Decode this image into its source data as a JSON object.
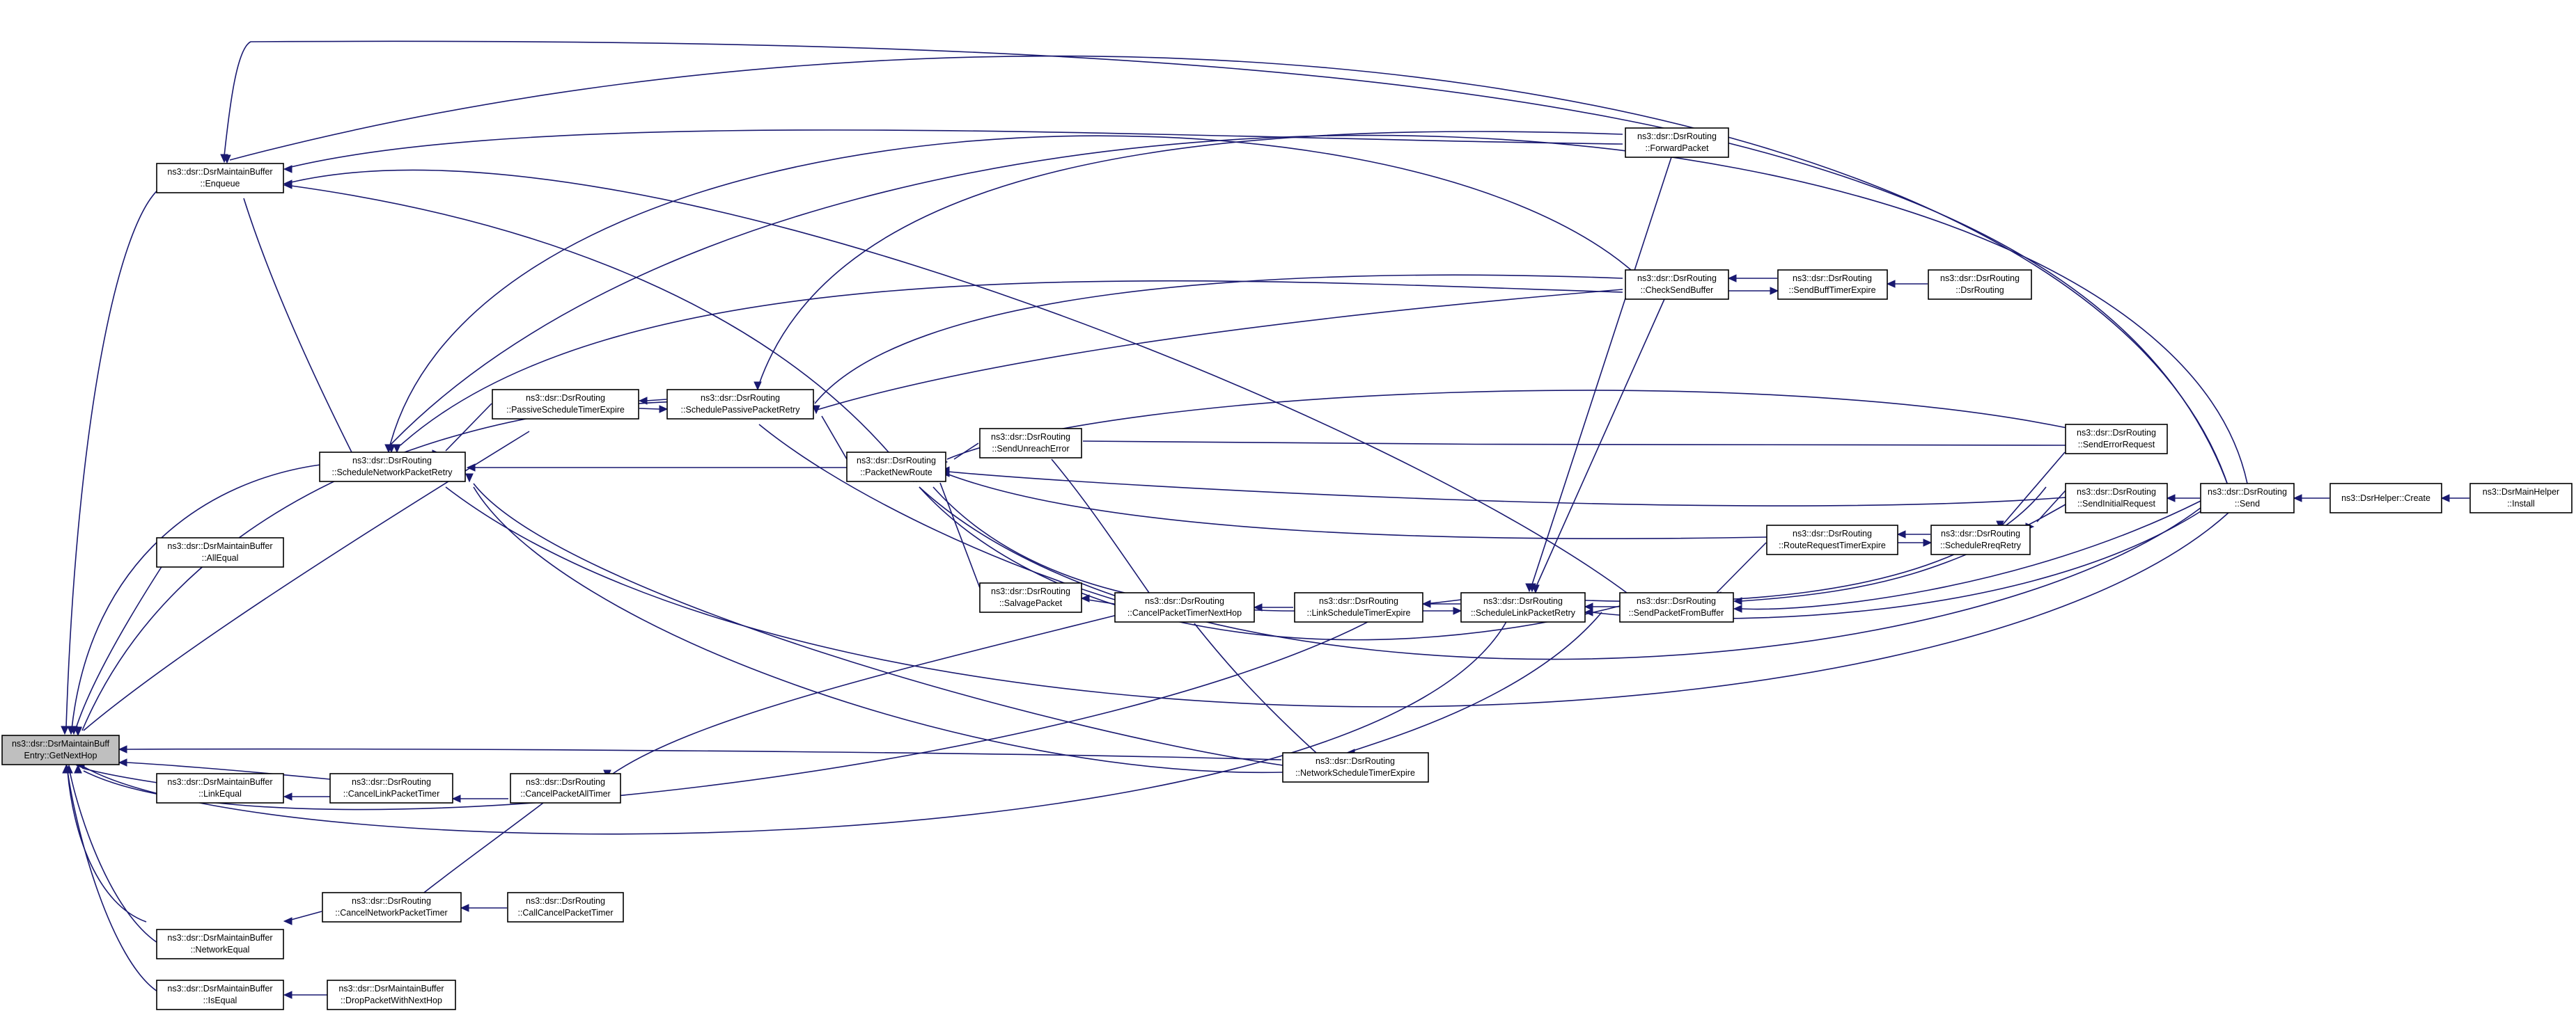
{
  "nodes": [
    {
      "id": "getnexthop",
      "line1": "ns3::dsr::DsrMaintainBuff",
      "line2": "Entry::GetNextHop",
      "focus": true
    },
    {
      "id": "enqueue",
      "line1": "ns3::dsr::DsrMaintainBuffer",
      "line2": "::Enqueue"
    },
    {
      "id": "schednetretry",
      "line1": "ns3::dsr::DsrRouting",
      "line2": "::ScheduleNetworkPacketRetry"
    },
    {
      "id": "allequal",
      "line1": "ns3::dsr::DsrMaintainBuffer",
      "line2": "::AllEqual"
    },
    {
      "id": "linkequal",
      "line1": "ns3::dsr::DsrMaintainBuffer",
      "line2": "::LinkEqual"
    },
    {
      "id": "networkequal",
      "line1": "ns3::dsr::DsrMaintainBuffer",
      "line2": "::NetworkEqual"
    },
    {
      "id": "isequal",
      "line1": "ns3::dsr::DsrMaintainBuffer",
      "line2": "::IsEqual"
    },
    {
      "id": "canceltlinktimer",
      "line1": "ns3::dsr::DsrRouting",
      "line2": "::CancelLinkPacketTimer"
    },
    {
      "id": "cancelnettimer",
      "line1": "ns3::dsr::DsrRouting",
      "line2": "::CancelNetworkPacketTimer"
    },
    {
      "id": "droppacket",
      "line1": "ns3::dsr::DsrMaintainBuffer",
      "line2": "::DropPacketWithNextHop"
    },
    {
      "id": "passiveexpire",
      "line1": "ns3::dsr::DsrRouting",
      "line2": "::PassiveScheduleTimerExpire"
    },
    {
      "id": "cancelall",
      "line1": "ns3::dsr::DsrRouting",
      "line2": "::CancelPacketAllTimer"
    },
    {
      "id": "callcancel",
      "line1": "ns3::dsr::DsrRouting",
      "line2": "::CallCancelPacketTimer"
    },
    {
      "id": "schedpassive",
      "line1": "ns3::dsr::DsrRouting",
      "line2": "::SchedulePassivePacketRetry"
    },
    {
      "id": "packetnewroute",
      "line1": "ns3::dsr::DsrRouting",
      "line2": "::PacketNewRoute"
    },
    {
      "id": "sendunreach",
      "line1": "ns3::dsr::DsrRouting",
      "line2": "::SendUnreachError"
    },
    {
      "id": "salvage",
      "line1": "ns3::dsr::DsrRouting",
      "line2": "::SalvagePacket"
    },
    {
      "id": "cancelnexthop",
      "line1": "ns3::dsr::DsrRouting",
      "line2": "::CancelPacketTimerNextHop"
    },
    {
      "id": "linksched",
      "line1": "ns3::dsr::DsrRouting",
      "line2": "::LinkScheduleTimerExpire"
    },
    {
      "id": "netsched",
      "line1": "ns3::dsr::DsrRouting",
      "line2": "::NetworkScheduleTimerExpire"
    },
    {
      "id": "schedlink",
      "line1": "ns3::dsr::DsrRouting",
      "line2": "::ScheduleLinkPacketRetry"
    },
    {
      "id": "forward",
      "line1": "ns3::dsr::DsrRouting",
      "line2": "::ForwardPacket"
    },
    {
      "id": "checksend",
      "line1": "ns3::dsr::DsrRouting",
      "line2": "::CheckSendBuffer"
    },
    {
      "id": "sendfrombuf",
      "line1": "ns3::dsr::DsrRouting",
      "line2": "::SendPacketFromBuffer"
    },
    {
      "id": "routereq",
      "line1": "ns3::dsr::DsrRouting",
      "line2": "::RouteRequestTimerExpire"
    },
    {
      "id": "sendbuff",
      "line1": "ns3::dsr::DsrRouting",
      "line2": "::SendBuffTimerExpire"
    },
    {
      "id": "dsrrouting",
      "line1": "ns3::dsr::DsrRouting",
      "line2": "::DsrRouting"
    },
    {
      "id": "schedreq",
      "line1": "ns3::dsr::DsrRouting",
      "line2": "::ScheduleRreqRetry"
    },
    {
      "id": "senderror",
      "line1": "ns3::dsr::DsrRouting",
      "line2": "::SendErrorRequest"
    },
    {
      "id": "sendinitial",
      "line1": "ns3::dsr::DsrRouting",
      "line2": "::SendInitialRequest"
    },
    {
      "id": "send",
      "line1": "ns3::dsr::DsrRouting",
      "line2": "::Send"
    },
    {
      "id": "helpercreate",
      "line1": "ns3::DsrHelper::Create",
      "line2": ""
    },
    {
      "id": "install",
      "line1": "ns3::DsrMainHelper",
      "line2": "::Install"
    }
  ]
}
